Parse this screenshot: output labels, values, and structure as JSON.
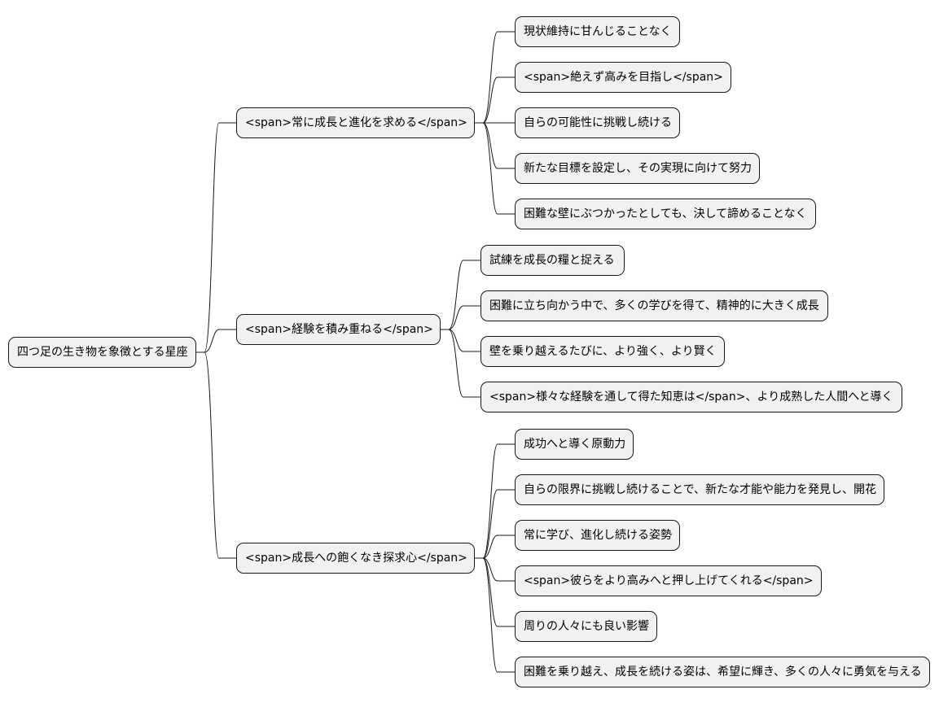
{
  "root": {
    "label": "四つ足の生き物を象徴とする星座",
    "children": [
      {
        "label": "<span>常に成長と進化を求める</span>",
        "children": [
          {
            "label": "現状維持に甘んじることなく"
          },
          {
            "label": "<span>絶えず高みを目指し</span>"
          },
          {
            "label": "自らの可能性に挑戦し続ける"
          },
          {
            "label": "新たな目標を設定し、その実現に向けて努力"
          },
          {
            "label": "困難な壁にぶつかったとしても、決して諦めることなく"
          }
        ]
      },
      {
        "label": "<span>経験を積み重ねる</span>",
        "children": [
          {
            "label": "試練を成長の糧と捉える"
          },
          {
            "label": "困難に立ち向かう中で、多くの学びを得て、精神的に大きく成長"
          },
          {
            "label": "壁を乗り越えるたびに、より強く、より賢く"
          },
          {
            "label": "<span>様々な経験を通して得た知恵は</span>、より成熟した人間へと導く"
          }
        ]
      },
      {
        "label": "<span>成長への飽くなき探求心</span>",
        "children": [
          {
            "label": "成功へと導く原動力"
          },
          {
            "label": "自らの限界に挑戦し続けることで、新たな才能や能力を発見し、開花"
          },
          {
            "label": "常に学び、進化し続ける姿勢"
          },
          {
            "label": "<span>彼らをより高みへと押し上げてくれる</span>"
          },
          {
            "label": "周りの人々にも良い影響"
          },
          {
            "label": "困難を乗り越え、成長を続ける姿は、希望に輝き、多くの人々に勇気を与える"
          }
        ]
      }
    ]
  }
}
